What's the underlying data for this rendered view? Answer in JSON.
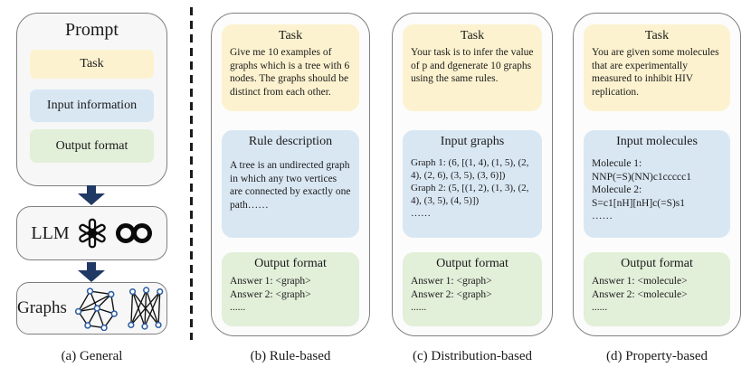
{
  "figure": {
    "general": {
      "caption": "(a) General",
      "prompt_title": "Prompt",
      "task_label": "Task",
      "input_label": "Input information",
      "output_label": "Output format",
      "llm_label": "LLM",
      "graphs_label": "Graphs"
    },
    "rule_based": {
      "caption": "(b) Rule-based",
      "task_title": "Task",
      "task_body": "Give me 10 examples of graphs which is a tree with 6 nodes. The graphs should be distinct from each other.",
      "input_title": "Rule description",
      "input_body": "A tree is an undirected graph in which any two vertices are connected by exactly one path……",
      "output_title": "Output format",
      "output_lines": [
        "Answer 1: <graph>",
        "Answer 2: <graph>",
        "......"
      ]
    },
    "distribution_based": {
      "caption": "(c) Distribution-based",
      "task_title": "Task",
      "task_body": "Your task is to infer the value of p and dgenerate 10 graphs using the same rules.",
      "input_title": "Input graphs",
      "input_lines": [
        "Graph 1: (6, [(1, 4), (1, 5), (2, 4), (2, 6), (3, 5), (3, 6)])",
        "Graph 2: (5, [(1, 2), (1, 3), (2, 4), (3, 5), (4, 5)])",
        "……"
      ],
      "output_title": "Output format",
      "output_lines": [
        "Answer 1: <graph>",
        "Answer 2: <graph>",
        "......"
      ]
    },
    "property_based": {
      "caption": "(d) Property-based",
      "task_title": "Task",
      "task_body": "You are given some molecules that are experimentally measured to inhibit HIV replication.",
      "input_title": "Input molecules",
      "input_lines": [
        "Molecule 1:",
        "NNP(=S)(NN)c1ccccc1",
        "Molecule 2:",
        "S=c1[nH][nH]c(=S)s1",
        "……"
      ],
      "output_title": "Output format",
      "output_lines": [
        "Answer 1: <molecule>",
        "Answer 2: <molecule>",
        "......"
      ]
    },
    "colors": {
      "task_bg": "#FCF2CF",
      "input_bg": "#D9E7F3",
      "output_bg": "#E2EFD9",
      "arrow": "#1F3864",
      "graph_node_stroke": "#2E5FA3",
      "panel_border": "#7F7F7F"
    },
    "icons": [
      "openai-logo-icon",
      "meta-logo-icon",
      "random-graph-icon",
      "bipartite-graph-icon",
      "down-arrow-icon"
    ]
  }
}
